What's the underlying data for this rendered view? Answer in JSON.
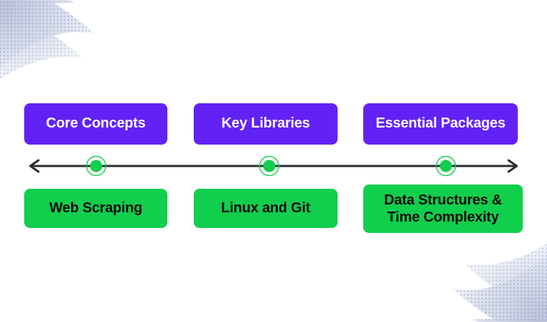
{
  "slide": {
    "background_color": "#ffffff",
    "accent_purple": "#6322f5",
    "accent_green": "#12ce4d",
    "line_color": "#2b2b32",
    "decor": {
      "top_left_icon": "halftone-dots-decoration",
      "bottom_right_icon": "halftone-dots-decoration",
      "dot_color": "#c9d0e3"
    }
  },
  "timeline": {
    "icon": "double-headed-arrow-icon",
    "left_arrow_icon": "arrow-left-icon",
    "right_arrow_icon": "arrow-right-icon",
    "markers": [
      {
        "label": "marker-1",
        "x_percent": 17.6
      },
      {
        "label": "marker-2",
        "x_percent": 49.2
      },
      {
        "label": "marker-3",
        "x_percent": 81.4
      }
    ]
  },
  "columns": [
    {
      "top_label": "Core Concepts",
      "bottom_label": "Web Scraping"
    },
    {
      "top_label": "Key Libraries",
      "bottom_label": "Linux and Git"
    },
    {
      "top_label": "Essential Packages",
      "bottom_label": "Data Structures &\nTime Complexity"
    }
  ]
}
